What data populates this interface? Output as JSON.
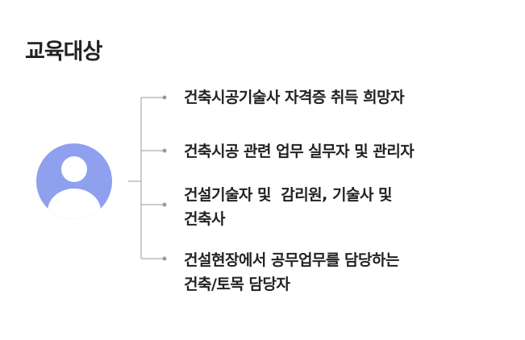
{
  "section": {
    "title": "교육대상"
  },
  "colors": {
    "avatar": "#8ea0ee",
    "line": "#9a9a9a",
    "text": "#222222"
  },
  "targets": [
    {
      "line1": "건축시공기술사 자격증 취득 희망자",
      "line2": ""
    },
    {
      "line1": "건축시공 관련 업무 실무자 및 관리자",
      "line2": ""
    },
    {
      "line1": "건설기술자 및  감리원, 기술사 및",
      "line2": "건축사"
    },
    {
      "line1": "건설현장에서 공무업무를 담당하는",
      "line2": "건축/토목 담당자"
    }
  ]
}
